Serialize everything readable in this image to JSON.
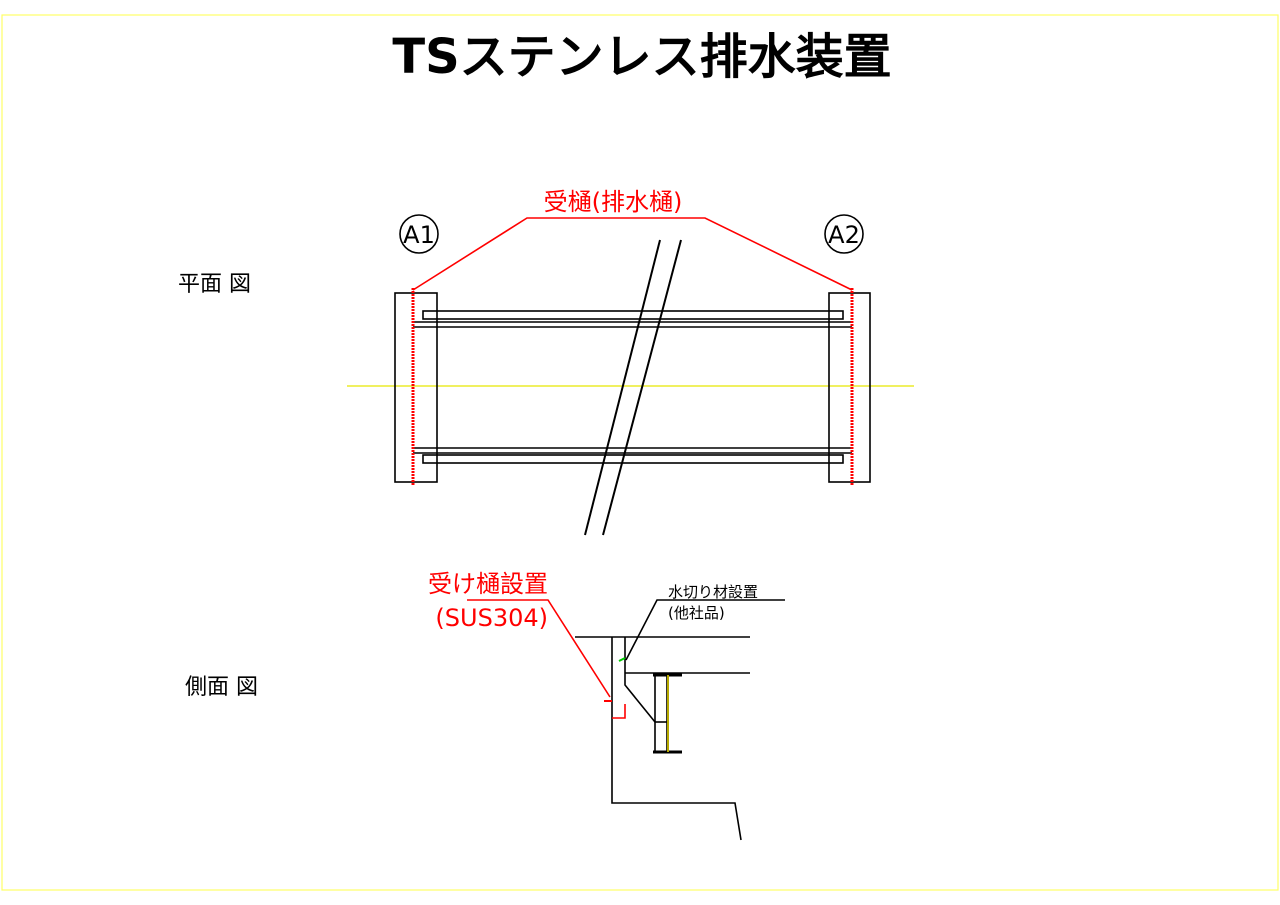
{
  "title": "TSステンレス排水装置",
  "plan_view": {
    "label": "平面 図",
    "gutter_label": "受樋(排水樋)",
    "abutment_left": "A1",
    "abutment_right": "A2"
  },
  "side_view": {
    "label": "側面 図",
    "gutter_label_line1": "受け樋設置",
    "gutter_label_line2": "(SUS304)",
    "flashing_label_line1": "水切り材設置",
    "flashing_label_line2": "(他社品)"
  },
  "colors": {
    "annotation": "#ff0000",
    "border": "#ffff66",
    "centerline": "#e8e800",
    "drawing": "#000000"
  }
}
